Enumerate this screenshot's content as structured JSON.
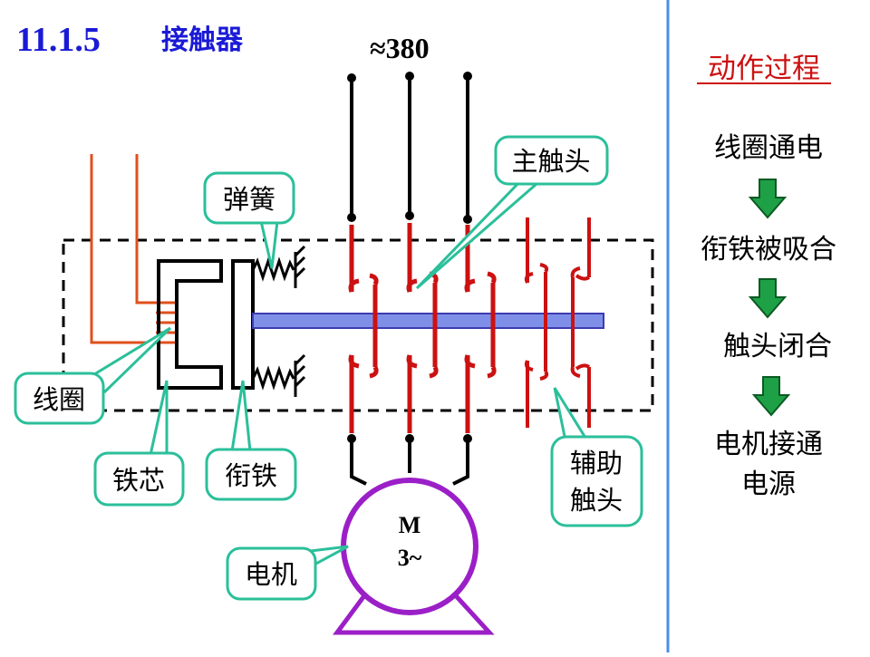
{
  "header": {
    "section_number": "11.1.5",
    "section_title": "接触器"
  },
  "supply": {
    "voltage_label": "≈380"
  },
  "labels": {
    "main_contact": "主触头",
    "spring": "弹簧",
    "coil": "线圈",
    "iron_core": "铁芯",
    "armature": "衔铁",
    "aux_contact_line1": "辅助",
    "aux_contact_line2": "触头",
    "motor_callout": "电机"
  },
  "motor": {
    "symbol_line1": "M",
    "symbol_line2": "3~"
  },
  "process": {
    "title": "动作过程",
    "steps": [
      {
        "text": "线圈通电"
      },
      {
        "text": "衔铁被吸合"
      },
      {
        "text": "触头闭合"
      },
      {
        "text": "电机接通",
        "text2": "电源"
      }
    ]
  },
  "colors": {
    "title_blue": "#1a1ad6",
    "title_red": "#cc1111",
    "contact_red": "#cc1111",
    "coil_wire": "#e0501c",
    "callout_border": "#2bbf9a",
    "motor_purple": "#9b1fc7",
    "rod_fill": "#7f8fe8",
    "arrow_green": "#1ea046",
    "divider_blue": "#4b8ee8"
  }
}
